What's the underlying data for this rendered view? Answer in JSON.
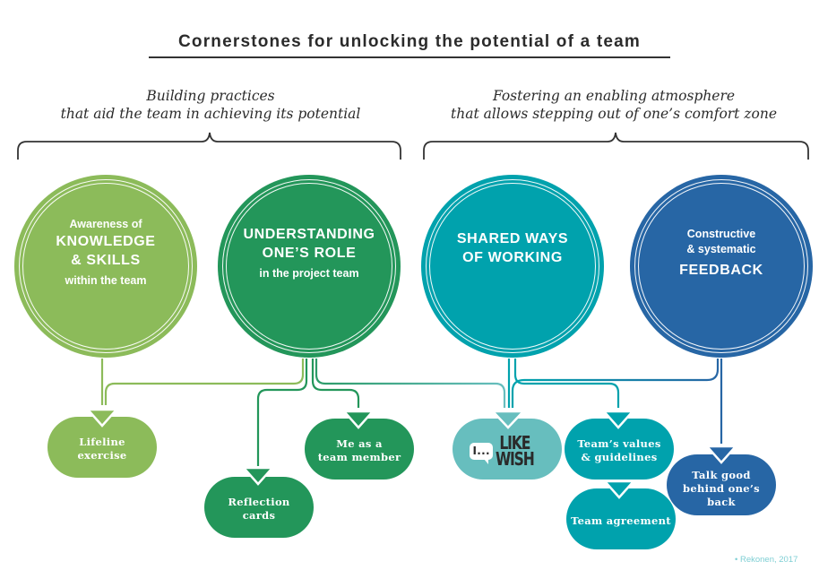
{
  "title": "Cornerstones for unlocking the potential of a team",
  "groups": [
    {
      "label_line1": "Building practices",
      "label_line2": "that aid the team in achieving its potential"
    },
    {
      "label_line1": "Fostering an enabling atmosphere",
      "label_line2": "that allows stepping out of one’s comfort zone"
    }
  ],
  "cornerstones": [
    {
      "line1": "Awareness of",
      "line2": "KNOWLEDGE",
      "line3": "& SKILLS",
      "line4": "within the team",
      "color": "#8cbb5a"
    },
    {
      "line1": "UNDERSTANDING",
      "line2": "ONE’S ROLE",
      "line3": "in the project team",
      "color": "#23965a"
    },
    {
      "line1": "SHARED WAYS",
      "line2": "OF WORKING",
      "color": "#00a2ad"
    },
    {
      "line1": "Constructive",
      "line2": "& systematic",
      "line3": "FEEDBACK",
      "color": "#2766a5"
    }
  ],
  "practices": [
    {
      "line1": "Lifeline",
      "line2": "exercise",
      "color": "#8cbb5a"
    },
    {
      "line1": "Reflection",
      "line2": "cards",
      "color": "#23965a"
    },
    {
      "line1": "Me as a",
      "line2": "team member",
      "color": "#23965a"
    },
    {
      "logo_bubble": "I...",
      "logo_word1": "LIKE",
      "logo_word2": "WISH",
      "color": "#67bebe"
    },
    {
      "line1": "Team’s values",
      "line2": "& guidelines",
      "color": "#00a2ad"
    },
    {
      "line1": "Team agreement",
      "color": "#00a2ad"
    },
    {
      "line1": "Talk good",
      "line2": "behind one’s",
      "line3": "back",
      "color": "#2766a5"
    }
  ],
  "credit": "• Rekonen, 2017"
}
